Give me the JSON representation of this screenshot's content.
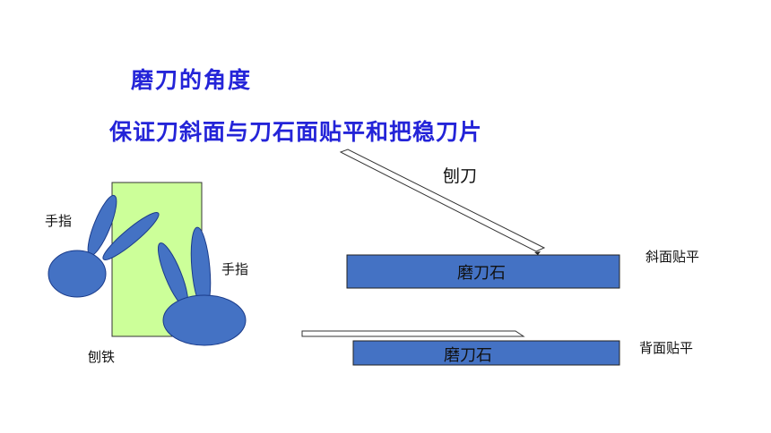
{
  "title": "磨刀的角度",
  "subtitle": "保证刀斜面与刀石面贴平和把稳刀片",
  "labels": {
    "finger_left": "手指",
    "finger_right": "手指",
    "plane_iron": "刨铁",
    "plane_blade": "刨刀",
    "bevel_flat": "斜面贴平",
    "back_flat": "背面贴平",
    "whetstone_top": "磨刀石",
    "whetstone_bottom": "磨刀石"
  },
  "colors": {
    "title": "#2424d8",
    "blue_fill": "#4472c4",
    "blue_stroke": "#1a3b8a",
    "iron_fill": "#ccff99"
  }
}
